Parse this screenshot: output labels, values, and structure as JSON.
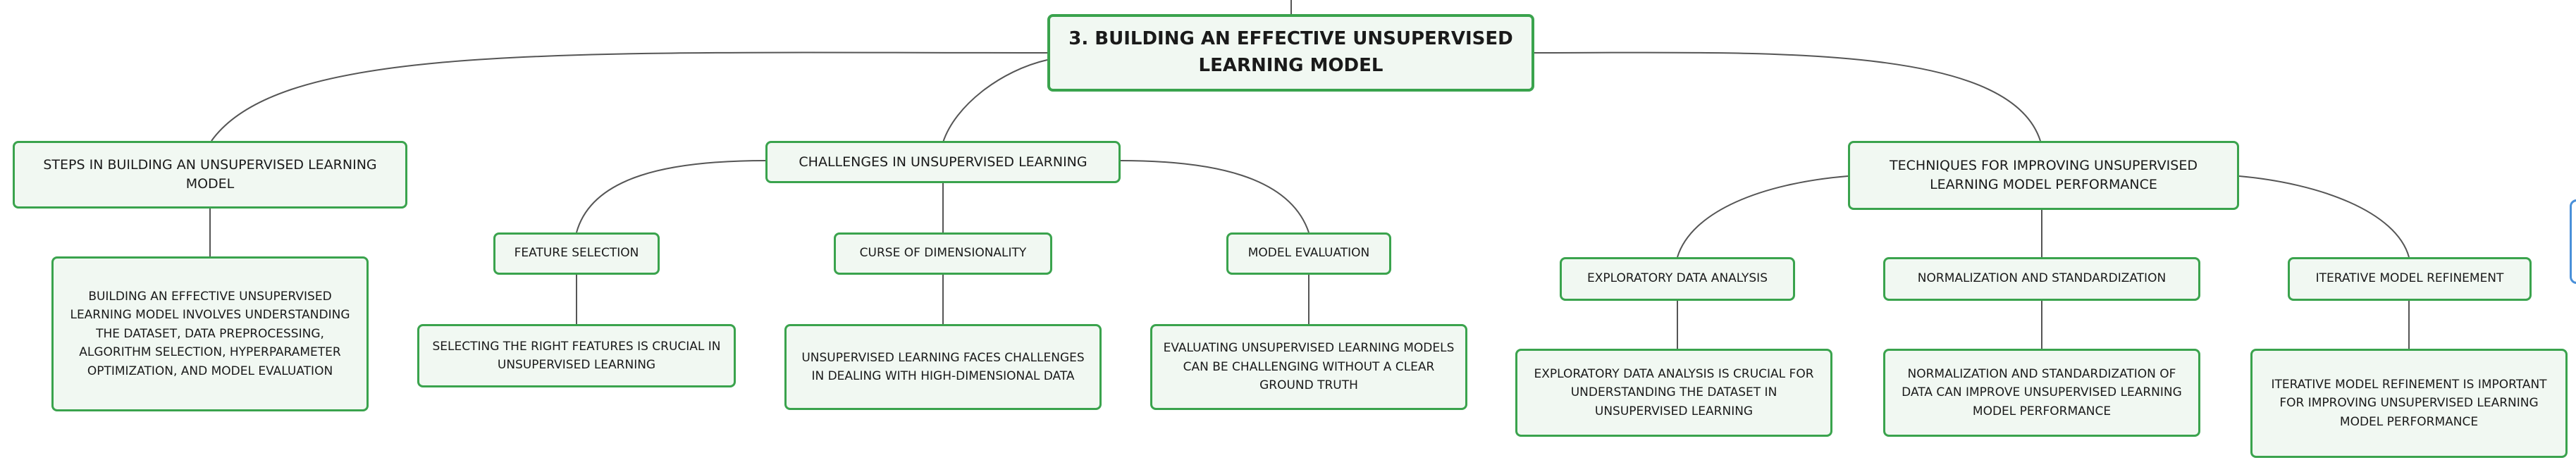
{
  "diagram": {
    "type": "mind-map",
    "colors": {
      "node_border": "#3aa34d",
      "node_fill": "#f1f8f2",
      "connector": "#555555",
      "text": "#1a1a1a",
      "offscreen_node_border": "#4a90d9"
    },
    "root": {
      "label": "3. BUILDING AN EFFECTIVE UNSUPERVISED LEARNING MODEL"
    },
    "branches": [
      {
        "label": "STEPS IN BUILDING AN UNSUPERVISED LEARNING MODEL",
        "details": [
          "BUILDING AN EFFECTIVE UNSUPERVISED LEARNING MODEL INVOLVES UNDERSTANDING THE DATASET, DATA PREPROCESSING, ALGORITHM SELECTION, HYPERPARAMETER OPTIMIZATION, AND MODEL EVALUATION"
        ]
      },
      {
        "label": "CHALLENGES IN UNSUPERVISED LEARNING",
        "children": [
          {
            "label": "FEATURE SELECTION",
            "detail": "SELECTING THE RIGHT FEATURES IS CRUCIAL IN UNSUPERVISED LEARNING"
          },
          {
            "label": "CURSE OF DIMENSIONALITY",
            "detail": "UNSUPERVISED LEARNING FACES CHALLENGES IN DEALING WITH HIGH-DIMENSIONAL DATA"
          },
          {
            "label": "MODEL EVALUATION",
            "detail": "EVALUATING UNSUPERVISED LEARNING MODELS CAN BE CHALLENGING WITHOUT A CLEAR GROUND TRUTH"
          }
        ]
      },
      {
        "label": "TECHNIQUES FOR IMPROVING UNSUPERVISED LEARNING MODEL PERFORMANCE",
        "children": [
          {
            "label": "EXPLORATORY DATA ANALYSIS",
            "detail": "EXPLORATORY DATA ANALYSIS IS CRUCIAL FOR UNDERSTANDING THE DATASET IN UNSUPERVISED LEARNING"
          },
          {
            "label": "NORMALIZATION AND STANDARDIZATION",
            "detail": "NORMALIZATION AND STANDARDIZATION OF DATA CAN IMPROVE UNSUPERVISED LEARNING MODEL PERFORMANCE"
          },
          {
            "label": "ITERATIVE MODEL REFINEMENT",
            "detail": "ITERATIVE MODEL REFINEMENT IS IMPORTANT FOR IMPROVING UNSUPERVISED LEARNING MODEL PERFORMANCE"
          }
        ]
      }
    ]
  }
}
